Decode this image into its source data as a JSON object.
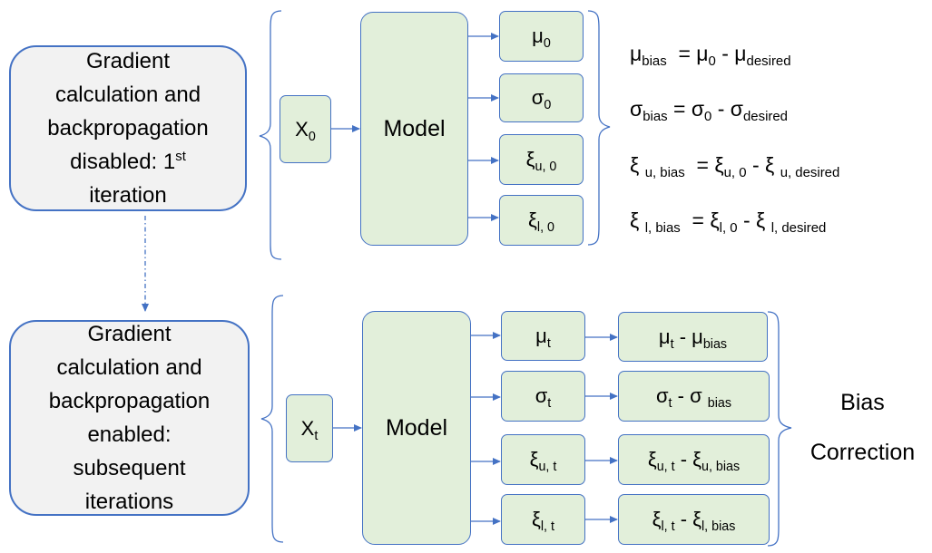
{
  "phase1": {
    "lines": [
      "Gradient",
      "calculation and",
      "backpropagation"
    ],
    "line4_prefix": "disabled: 1",
    "line4_sup": "st",
    "line5": "iteration"
  },
  "phase2": {
    "lines": [
      "Gradient",
      "calculation and",
      "backpropagation",
      "enabled:",
      "subsequent",
      "iterations"
    ]
  },
  "top": {
    "input": {
      "base": "X",
      "sub": "0"
    },
    "model": "Model",
    "outputs": [
      {
        "base": "μ",
        "sub": "0"
      },
      {
        "base": "σ",
        "sub": "0"
      },
      {
        "base": "ξ",
        "sub": "u, 0"
      },
      {
        "base": "ξ",
        "sub": "l, 0"
      }
    ]
  },
  "equations": [
    {
      "lhs": "μ",
      "lhs_sub": "bias",
      "eq": "= μ",
      "m_sub": "0",
      "minus": "- μ",
      "r_sub": "desired"
    },
    {
      "lhs": "σ",
      "lhs_sub": "bias",
      "eq": "= σ",
      "m_sub": "0",
      "minus": "- σ",
      "r_sub": "desired"
    },
    {
      "lhs": "ξ",
      "lhs_sub": "u, bias",
      "eq": "= ξ",
      "m_sub": "u, 0",
      "minus": "- ξ",
      "r_sub": "u, desired"
    },
    {
      "lhs": "ξ",
      "lhs_sub": "l, bias",
      "eq": "= ξ",
      "m_sub": "l, 0",
      "minus": "- ξ",
      "r_sub": "l, desired"
    }
  ],
  "bottom": {
    "input": {
      "base": "X",
      "sub": "t"
    },
    "model": "Model",
    "outputs": [
      {
        "base": "μ",
        "sub": "t"
      },
      {
        "base": "σ",
        "sub": "t"
      },
      {
        "base": "ξ",
        "sub": "u, t"
      },
      {
        "base": "ξ",
        "sub": "l, t"
      }
    ],
    "corrections": [
      {
        "a": "μ",
        "a_sub": "t",
        "minus": "- μ",
        "b_sub": "bias"
      },
      {
        "a": "σ",
        "a_sub": "t",
        "minus": "- σ",
        "b_sub": "bias"
      },
      {
        "a": "ξ",
        "a_sub": "u, t",
        "minus": "- ξ",
        "b_sub": "u, bias"
      },
      {
        "a": "ξ",
        "a_sub": "l, t",
        "minus": "- ξ",
        "b_sub": "l, bias"
      }
    ]
  },
  "bias_correction": {
    "line1": "Bias",
    "line2": "Correction"
  },
  "colors": {
    "accent": "#4472c4",
    "box_fill": "#e2efda",
    "phase_fill": "#f2f2f2"
  }
}
